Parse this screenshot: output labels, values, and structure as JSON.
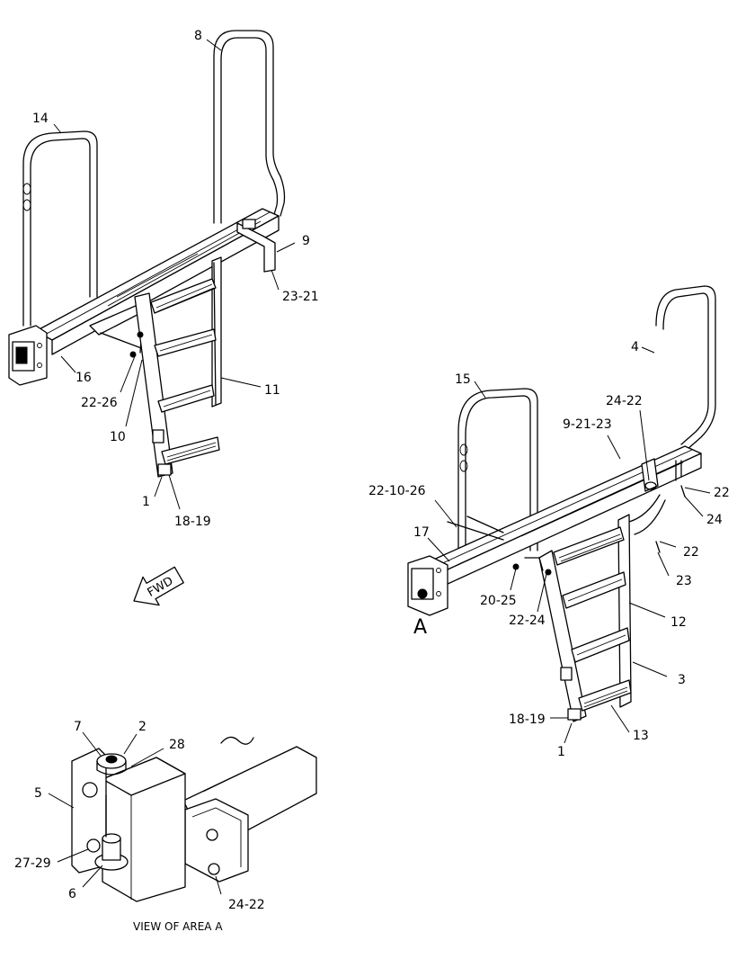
{
  "callouts": [
    {
      "id": "c8",
      "text": "8"
    },
    {
      "id": "c14",
      "text": "14"
    },
    {
      "id": "c9",
      "text": "9"
    },
    {
      "id": "c23_21",
      "text": "23-21"
    },
    {
      "id": "c16",
      "text": "16"
    },
    {
      "id": "c22_26",
      "text": "22-26"
    },
    {
      "id": "c11",
      "text": "11"
    },
    {
      "id": "c10",
      "text": "10"
    },
    {
      "id": "c1_left",
      "text": "1"
    },
    {
      "id": "c18_19_left",
      "text": "18-19"
    },
    {
      "id": "c4",
      "text": "4"
    },
    {
      "id": "c15",
      "text": "15"
    },
    {
      "id": "c24_22_top",
      "text": "24-22"
    },
    {
      "id": "c9_21_23",
      "text": "9-21-23"
    },
    {
      "id": "c22_10_26",
      "text": "22-10-26"
    },
    {
      "id": "c22_a",
      "text": "22"
    },
    {
      "id": "c24",
      "text": "24"
    },
    {
      "id": "c22_b",
      "text": "22"
    },
    {
      "id": "c23",
      "text": "23"
    },
    {
      "id": "c17",
      "text": "17"
    },
    {
      "id": "c20_25",
      "text": "20-25"
    },
    {
      "id": "c22_24",
      "text": "22-24"
    },
    {
      "id": "c12",
      "text": "12"
    },
    {
      "id": "c3",
      "text": "3"
    },
    {
      "id": "c18_19_right",
      "text": "18-19"
    },
    {
      "id": "c13",
      "text": "13"
    },
    {
      "id": "c1_right",
      "text": "1"
    },
    {
      "id": "c7",
      "text": "7"
    },
    {
      "id": "c2",
      "text": "2"
    },
    {
      "id": "c28",
      "text": "28"
    },
    {
      "id": "c5",
      "text": "5"
    },
    {
      "id": "c27_29",
      "text": "27-29"
    },
    {
      "id": "c6",
      "text": "6"
    },
    {
      "id": "c24_22_bottom",
      "text": "24-22"
    }
  ],
  "area_marker": "A",
  "direction_arrow": "FWD",
  "view_caption": "VIEW OF AREA  A"
}
